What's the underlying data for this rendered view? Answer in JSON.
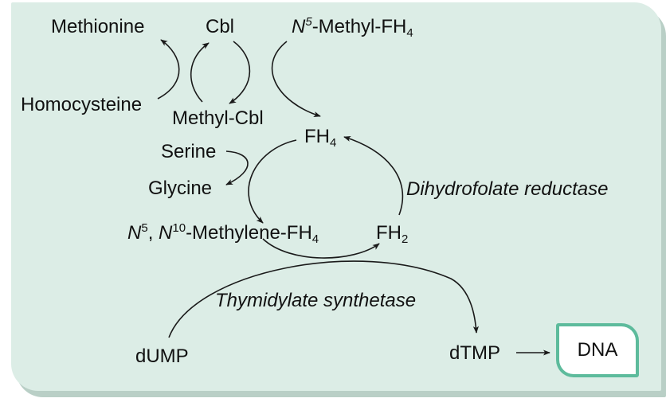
{
  "labels": {
    "methionine": "Methionine",
    "cbl": "Cbl",
    "methyl_fh4_prefix": "N",
    "methyl_fh4_sup": "5",
    "methyl_fh4_mid": "-Methyl-FH",
    "methyl_fh4_sub": "4",
    "homocysteine": "Homocysteine",
    "methyl_cbl": "Methyl-Cbl",
    "fh4_base": "FH",
    "fh4_sub": "4",
    "serine": "Serine",
    "glycine": "Glycine",
    "methylene_n1": "N",
    "methylene_sup1": "5",
    "methylene_sep": ", ",
    "methylene_n2": "N",
    "methylene_sup2": "10",
    "methylene_mid": "-Methylene-FH",
    "methylene_sub": "4",
    "fh2_base": "FH",
    "fh2_sub": "2",
    "dhfr": "Dihydrofolate reductase",
    "ts": "Thymidylate synthetase",
    "dump": "dUMP",
    "dtmp": "dTMP",
    "dna": "DNA"
  },
  "colors": {
    "panel": "#dcede6",
    "dna_border": "#5dbb9c",
    "line": "#1a1a1a"
  }
}
